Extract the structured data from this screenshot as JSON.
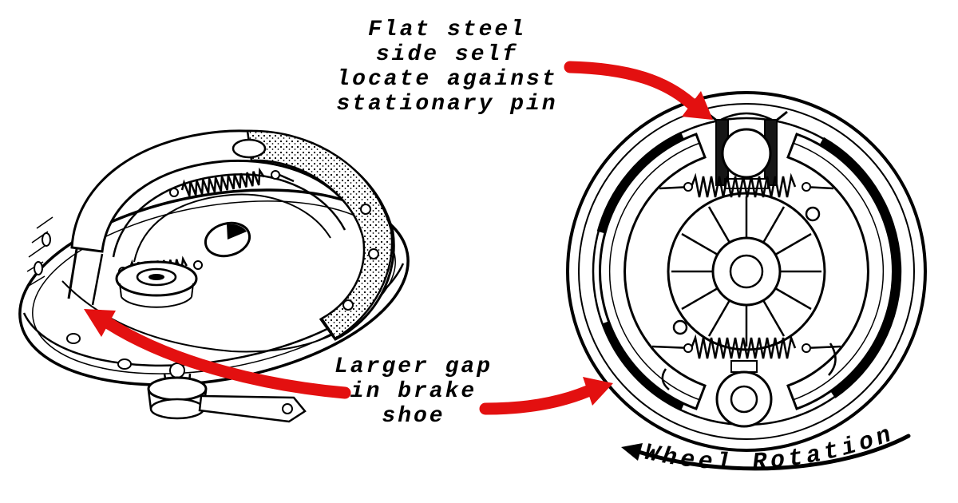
{
  "colors": {
    "background": "#ffffff",
    "ink": "#000000",
    "arrow_red": "#e31010"
  },
  "labels": {
    "flat_steel_pin": {
      "line1": "Flat steel",
      "line2": "side self",
      "line3": "locate against",
      "line4": "stationary pin"
    },
    "larger_gap": {
      "line1": "Larger gap",
      "line2": "in brake",
      "line3": "shoe"
    },
    "wheel_rotation": "Wheel Rotation"
  }
}
